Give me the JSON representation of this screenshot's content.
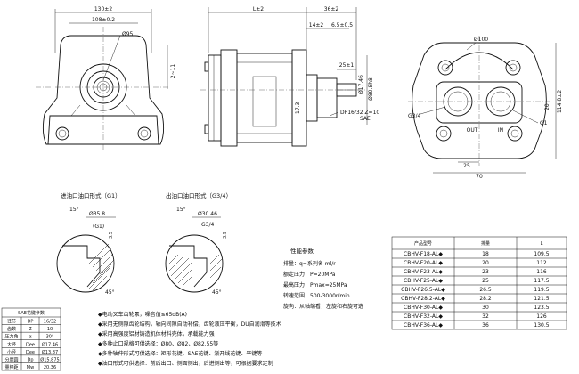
{
  "front_view": {
    "dim_width_outer": "130±2",
    "dim_width_inner": "108±0.2",
    "dim_pilot_dia": "Ø95",
    "dim_offset": "2~11"
  },
  "side_view": {
    "dim_length": "L±2",
    "dim_shaft_len": "36±2",
    "dim_14": "14±2",
    "dim_65": "6.5±0.5",
    "dim_25": "25±1",
    "dim_17": "17.3",
    "dim_pilot_fit": "Ø17.46",
    "dim_dia_80": "Ø80.8h8",
    "spline_label": "DP16/32  Z=10",
    "sae_label": "SAE"
  },
  "rear_view": {
    "dim_dia_100": "Ø100",
    "dim_width": "114.8±2",
    "dim_25": "25",
    "dim_70": "70",
    "port_in_label": "IN",
    "port_out_label": "OUT",
    "g34_label": "G3/4",
    "g1_label": "G1",
    "dim_20": "20"
  },
  "detail_left": {
    "title": "进油口油口形式（G1）",
    "angle_15": "15°",
    "dia": "Ø35.8",
    "label_g1": "(G1)",
    "depth": "3.5",
    "angle_45": "45°"
  },
  "detail_right": {
    "title": "出油口油口形式（G3/4）",
    "angle_15": "15°",
    "dia": "Ø30.46",
    "label_g34": "G3/4",
    "depth": "3.9",
    "angle_45": "45°"
  },
  "perf_params": {
    "title": "性能参数",
    "lines": [
      "排量：q=系列名 ml/r",
      "额定压力：P=20MPa",
      "最高压力：Pmax=25MPa",
      "转速范围：500-3000r/min",
      "旋向：从轴端看，左旋和右旋可选"
    ]
  },
  "model_table": {
    "headers": [
      "产品型号",
      "排量",
      "L"
    ],
    "rows": [
      [
        "CBHV-F18-AL◆",
        "18",
        "109.5"
      ],
      [
        "CBHV-F20-AL◆",
        "20",
        "112"
      ],
      [
        "CBHV-F23-AL◆",
        "23",
        "116"
      ],
      [
        "CBHV-F25-AL◆",
        "25",
        "117.5"
      ],
      [
        "CBHV-F26.5-AL◆",
        "26.5",
        "119.5"
      ],
      [
        "CBHV-F28.2-AL◆",
        "28.2",
        "121.5"
      ],
      [
        "CBHV-F30-AL◆",
        "30",
        "123.5"
      ],
      [
        "CBHV-F32-AL◆",
        "32",
        "126"
      ],
      [
        "CBHV-F36-AL◆",
        "36",
        "130.5"
      ]
    ]
  },
  "sae_table": {
    "title": "SAE花键参数",
    "rows": [
      [
        "径节",
        "DP",
        "16/32"
      ],
      [
        "齿数",
        "Z",
        "10"
      ],
      [
        "压力角",
        "α",
        "30°"
      ],
      [
        "大径",
        "Dee",
        "Ø17.46"
      ],
      [
        "小径",
        "Dee",
        "Ø13.87"
      ],
      [
        "分度圆",
        "Dp",
        "Ø15.875"
      ],
      [
        "量棒距",
        "Mw",
        "20.36"
      ]
    ]
  },
  "tech_notes": [
    "◆电动叉车齿轮泵，噪音值≤65dB(A)",
    "◆采用无侧隙齿轮结构，轴向间隙自动补偿，齿轮液压平衡，DU自润滑等技术",
    "◆采用高强度铝材铸造机体材料壳体，承载能力强",
    "◆多种止口规格可供选择：Ø80、Ø82、Ø82.55等",
    "◆多种轴伸形式可供选择：矩形花键、SAE花键、渐开线花键、平键等",
    "◆油口形式可供选择：前后出口、侧面侧出，后进侧出等，可根据要求定制"
  ]
}
